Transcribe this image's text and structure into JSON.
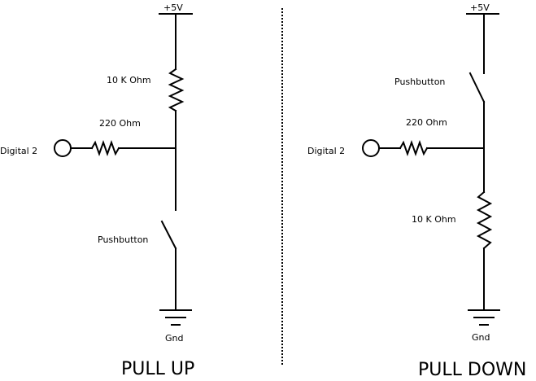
{
  "pull_up": {
    "title": "PULL UP",
    "supply_label": "+5V",
    "resistor_high_label": "10 K Ohm",
    "resistor_series_label": "220 Ohm",
    "input_label": "Digital 2",
    "switch_label": "Pushbutton",
    "ground_label": "Gnd"
  },
  "pull_down": {
    "title": "PULL DOWN",
    "supply_label": "+5V",
    "switch_label": "Pushbutton",
    "resistor_series_label": "220 Ohm",
    "input_label": "Digital 2",
    "resistor_low_label": "10 K Ohm",
    "ground_label": "Gnd"
  }
}
